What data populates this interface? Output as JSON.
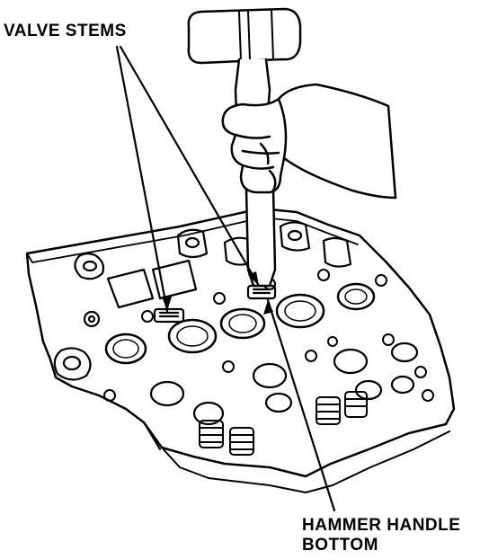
{
  "labels": {
    "valve_stems": "VALVE STEMS",
    "hammer_handle_line1": "HAMMER HANDLE",
    "hammer_handle_line2": "BOTTOM"
  },
  "colors": {
    "ink": "#000000",
    "paper": "#ffffff"
  }
}
